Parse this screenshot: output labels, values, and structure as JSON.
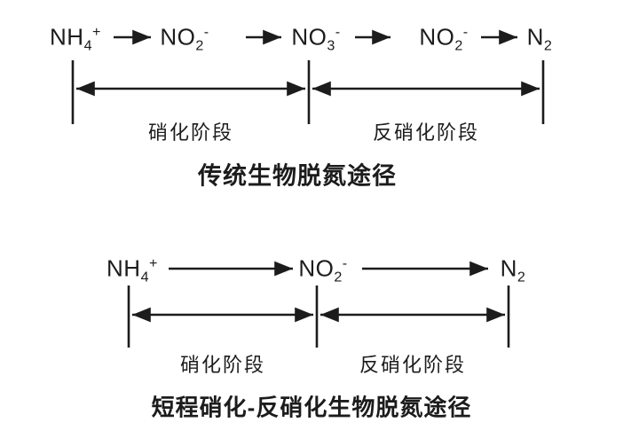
{
  "colors": {
    "ink": "#1c1c1c",
    "background": "#ffffff"
  },
  "top_diagram": {
    "title": "传统生物脱氮途径",
    "species": [
      {
        "base": "NH",
        "sub": "4",
        "sup": "+"
      },
      {
        "base": "NO",
        "sub": "2",
        "sup": "-"
      },
      {
        "base": "NO",
        "sub": "3",
        "sup": "-"
      },
      {
        "base": "NO",
        "sub": "2",
        "sup": "-"
      },
      {
        "base": "N",
        "sub": "2",
        "sup": ""
      }
    ],
    "stage_labels": [
      "硝化阶段",
      "反硝化阶段"
    ]
  },
  "bottom_diagram": {
    "title": "短程硝化-反硝化生物脱氮途径",
    "species": [
      {
        "base": "NH",
        "sub": "4",
        "sup": "+"
      },
      {
        "base": "NO",
        "sub": "2",
        "sup": "-"
      },
      {
        "base": "N",
        "sub": "2",
        "sup": ""
      }
    ],
    "stage_labels": [
      "硝化阶段",
      "反硝化阶段"
    ]
  }
}
